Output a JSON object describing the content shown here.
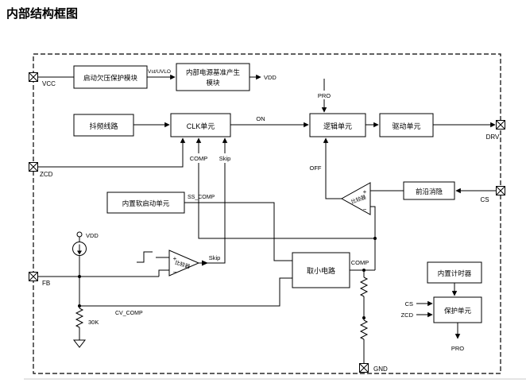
{
  "title": "内部结构框图",
  "blocks": {
    "startup": "启动欠压保护模块",
    "intref1": "内部电源基准产生",
    "intref2": "模块",
    "jitter": "抖频线路",
    "clk": "CLK单元",
    "logic": "逻辑单元",
    "driver": "驱动单元",
    "leb": "前沿消隐",
    "softstart": "内置软启动单元",
    "minsel": "取小电路",
    "timer": "内置计时器",
    "protection": "保护单元",
    "comparator": "比较器"
  },
  "pins": {
    "vcc": "VCC",
    "zcd": "ZCD",
    "fb": "FB",
    "drv": "DRV",
    "cs": "CS",
    "gnd": "GND"
  },
  "signals": {
    "vst_uvlo": "Vst/UVLO",
    "vdd": "VDD",
    "on": "ON",
    "pro": "PRO",
    "comp": "COMP",
    "skip": "Skip",
    "off": "OFF",
    "ss_comp": "SS_COMP",
    "cv_comp": "CV_COMP",
    "r30k": "30K",
    "cs": "CS",
    "zcd": "ZCD",
    "plus": "+",
    "minus": "−"
  }
}
